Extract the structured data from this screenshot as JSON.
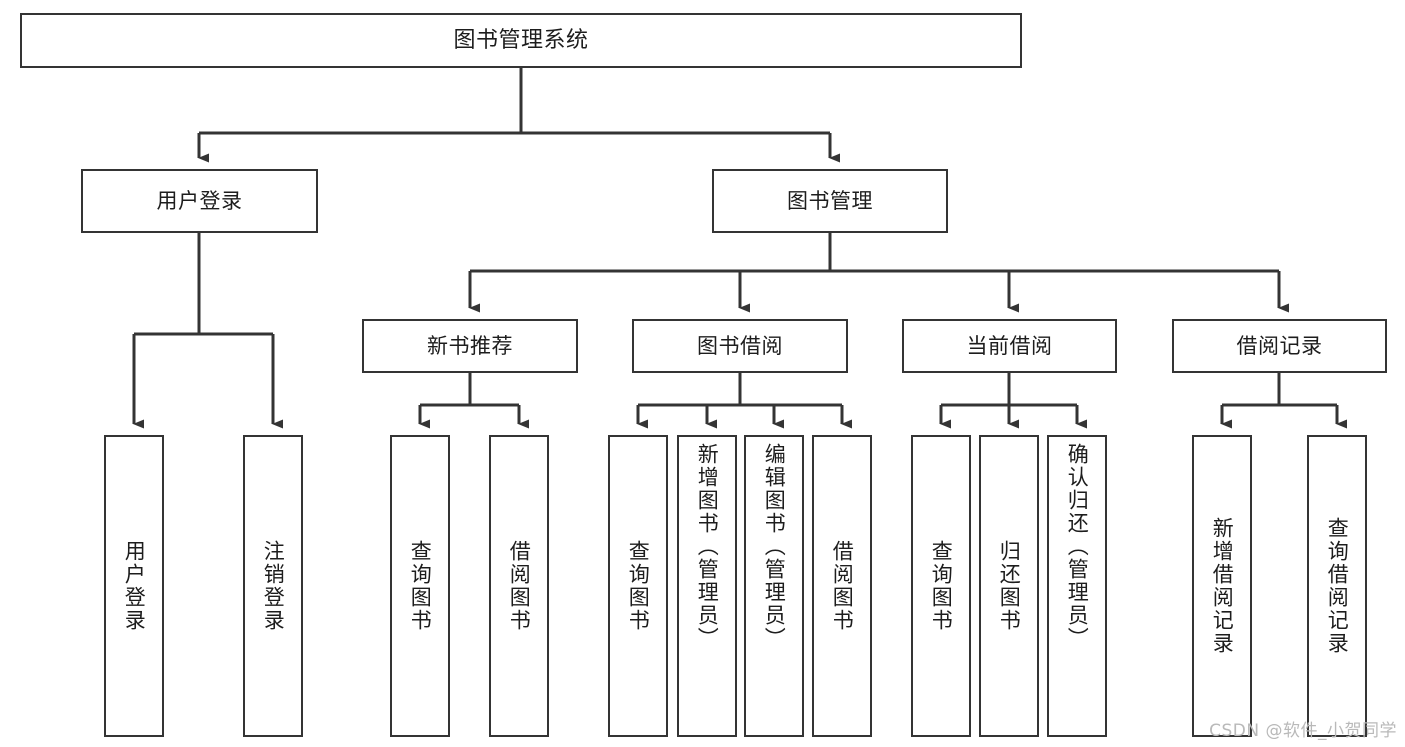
{
  "diagram": {
    "title": "图书管理系统",
    "watermark": "CSDN @软件_小贺同学",
    "edge_color": "#343434",
    "box_border_color": "#343434",
    "background_color": "#ffffff"
  },
  "nodes": {
    "root": {
      "label": "图书管理系统"
    },
    "level1": [
      {
        "label": "用户登录"
      },
      {
        "label": "图书管理"
      }
    ],
    "level2": [
      {
        "label": "新书推荐"
      },
      {
        "label": "图书借阅"
      },
      {
        "label": "当前借阅"
      },
      {
        "label": "借阅记录"
      }
    ],
    "leaves": {
      "user_login": [
        {
          "label": "用户登录"
        },
        {
          "label": "注销登录"
        }
      ],
      "new_book_recommend": [
        {
          "label": "查询图书"
        },
        {
          "label": "借阅图书"
        }
      ],
      "book_borrow": [
        {
          "label": "查询图书"
        },
        {
          "label": "新增图书（管理员）"
        },
        {
          "label": "编辑图书（管理员）"
        },
        {
          "label": "借阅图书"
        }
      ],
      "current_borrow": [
        {
          "label": "查询图书"
        },
        {
          "label": "归还图书"
        },
        {
          "label": "确认归还（管理员）"
        }
      ],
      "borrow_record": [
        {
          "label": "新增借阅记录"
        },
        {
          "label": "查询借阅记录"
        }
      ]
    }
  }
}
